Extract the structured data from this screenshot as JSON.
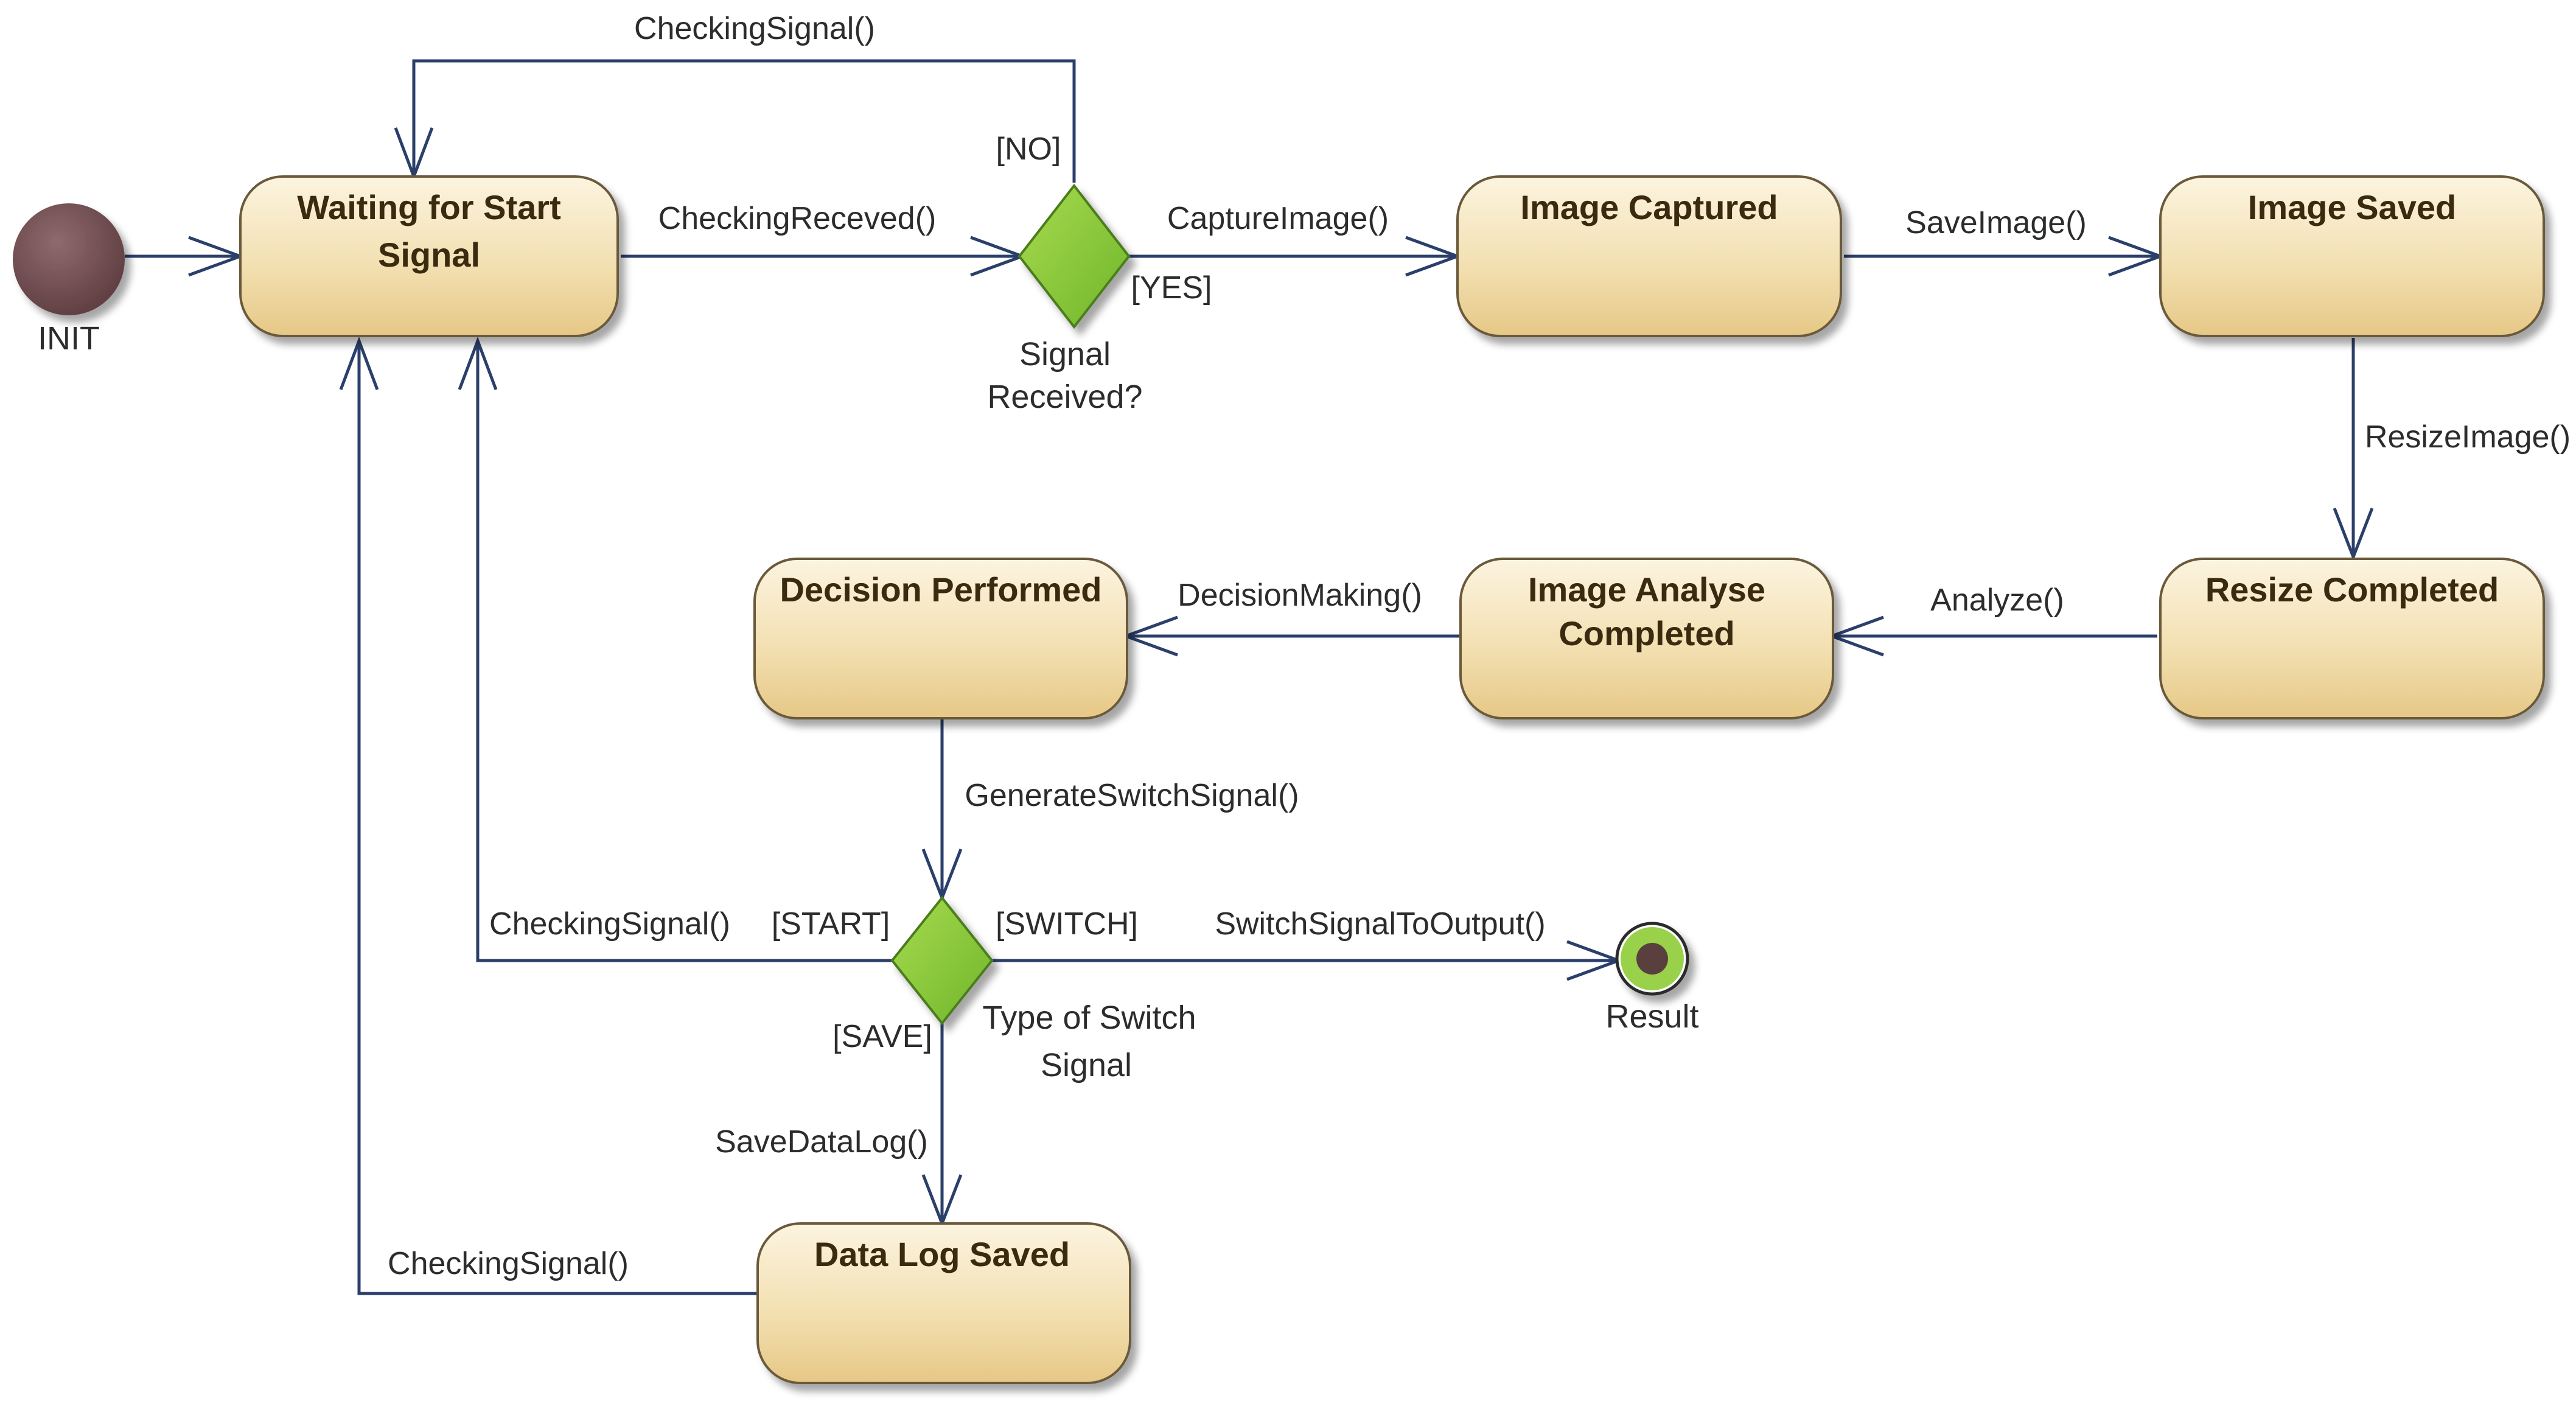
{
  "states": {
    "waiting": {
      "line1": "Waiting for Start",
      "line2": "Signal"
    },
    "image_captured": {
      "line1": "Image Captured"
    },
    "image_saved": {
      "line1": "Image Saved"
    },
    "resize_completed": {
      "line1": "Resize Completed"
    },
    "image_analyse": {
      "line1": "Image Analyse",
      "line2": "Completed"
    },
    "decision_performed": {
      "line1": "Decision Performed"
    },
    "data_log_saved": {
      "line1": "Data Log Saved"
    }
  },
  "pseudo": {
    "init": "INIT",
    "result": "Result",
    "signal_received": {
      "line1": "Signal",
      "line2": "Received?"
    },
    "type_of_switch": {
      "line1": "Type of Switch",
      "line2": "Signal"
    }
  },
  "transitions": {
    "checking_signal_top": "CheckingSignal()",
    "checking_receved": "CheckingReceved()",
    "no_guard": "[NO]",
    "yes_guard": "[YES]",
    "capture_image": "CaptureImage()",
    "save_image": "SaveImage()",
    "resize_image": "ResizeImage()",
    "analyze": "Analyze()",
    "decision_making": "DecisionMaking()",
    "generate_switch_signal": "GenerateSwitchSignal()",
    "checking_signal_start": "CheckingSignal()",
    "start_guard": "[START]",
    "switch_guard": "[SWITCH]",
    "switch_signal_to_output": "SwitchSignalToOutput()",
    "save_guard": "[SAVE]",
    "save_data_log": "SaveDataLog()",
    "checking_signal_bottom": "CheckingSignal()"
  },
  "colors": {
    "state_fill_top": "#fbf2dc",
    "state_fill_bottom": "#ecd193",
    "state_stroke": "#6b5a3a",
    "edge": "#2b3f6b",
    "decision_fill": "#8fcc3a",
    "init_fill": "#7a5558",
    "final_ring": "#9ad14a"
  }
}
